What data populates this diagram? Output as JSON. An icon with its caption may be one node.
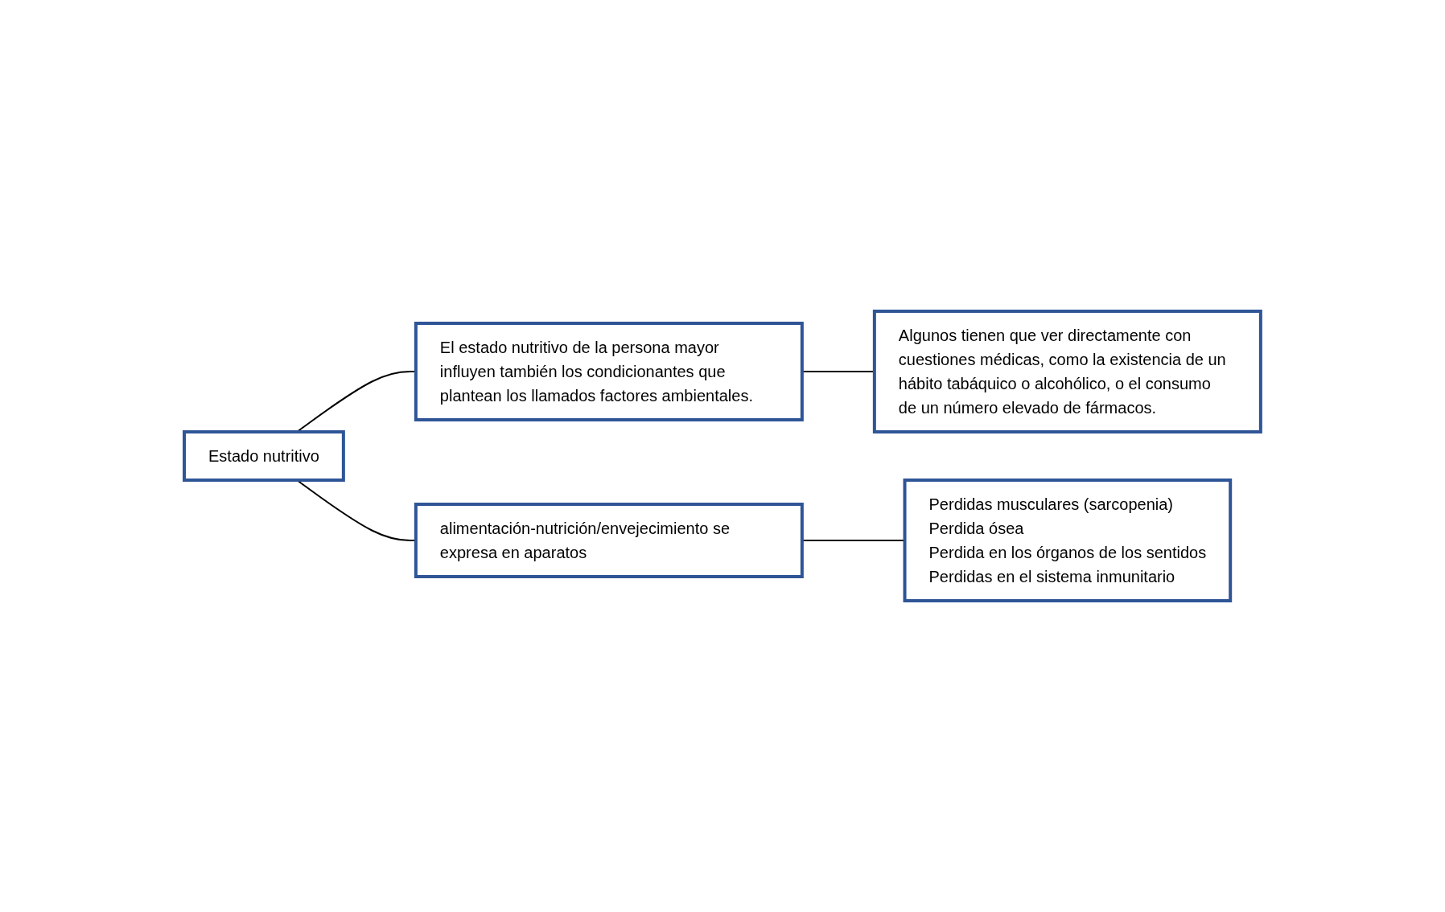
{
  "diagram": {
    "nodes": [
      {
        "text": [
          "Estado nutritivo"
        ]
      },
      {
        "text": [
          "El estado nutritivo de la persona mayor influyen también los condicionantes que plantean los llamados factores ambientales."
        ]
      },
      {
        "text": [
          "alimentación-nutrición/envejecimiento se expresa en aparatos"
        ]
      },
      {
        "text": [
          "Algunos tienen que ver directamente con cuestiones médicas, como la existencia de un hábito tabáquico o alcohólico, o el consumo de un número elevado de fármacos."
        ]
      },
      {
        "text": [
          "Perdidas musculares (sarcopenia)",
          "Perdida ósea",
          "Perdida en los órganos de los sentidos",
          "Perdidas en el sistema inmunitario"
        ]
      }
    ],
    "edges": [
      {
        "from": 0,
        "to": 1,
        "arrow": "none"
      },
      {
        "from": 0,
        "to": 2,
        "arrow": "none"
      },
      {
        "from": 1,
        "to": 3,
        "arrow": "none"
      },
      {
        "from": 2,
        "to": 4,
        "arrow": "none"
      }
    ]
  }
}
